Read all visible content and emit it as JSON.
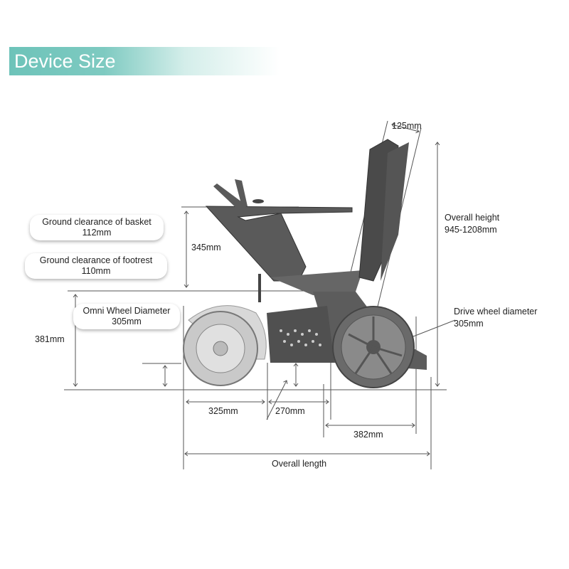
{
  "title": "Device Size",
  "labels": {
    "backrest_width": "125mm",
    "overall_height_label": "Overall height",
    "overall_height_value": "945-1208mm",
    "seat_height": "345mm",
    "basket_clearance_label": "Ground clearance of basket",
    "basket_clearance_value": "112mm",
    "footrest_clearance_label": "Ground clearance of footrest",
    "footrest_clearance_value": "110mm",
    "omni_wheel_label": "Omni Wheel Diameter",
    "omni_wheel_value": "305mm",
    "front_height": "381mm",
    "drive_wheel_label": "Drive wheel diameter",
    "drive_wheel_value": "305mm",
    "front_length": "325mm",
    "middle_length": "270mm",
    "rear_length": "382mm",
    "overall_length": "Overall length"
  }
}
